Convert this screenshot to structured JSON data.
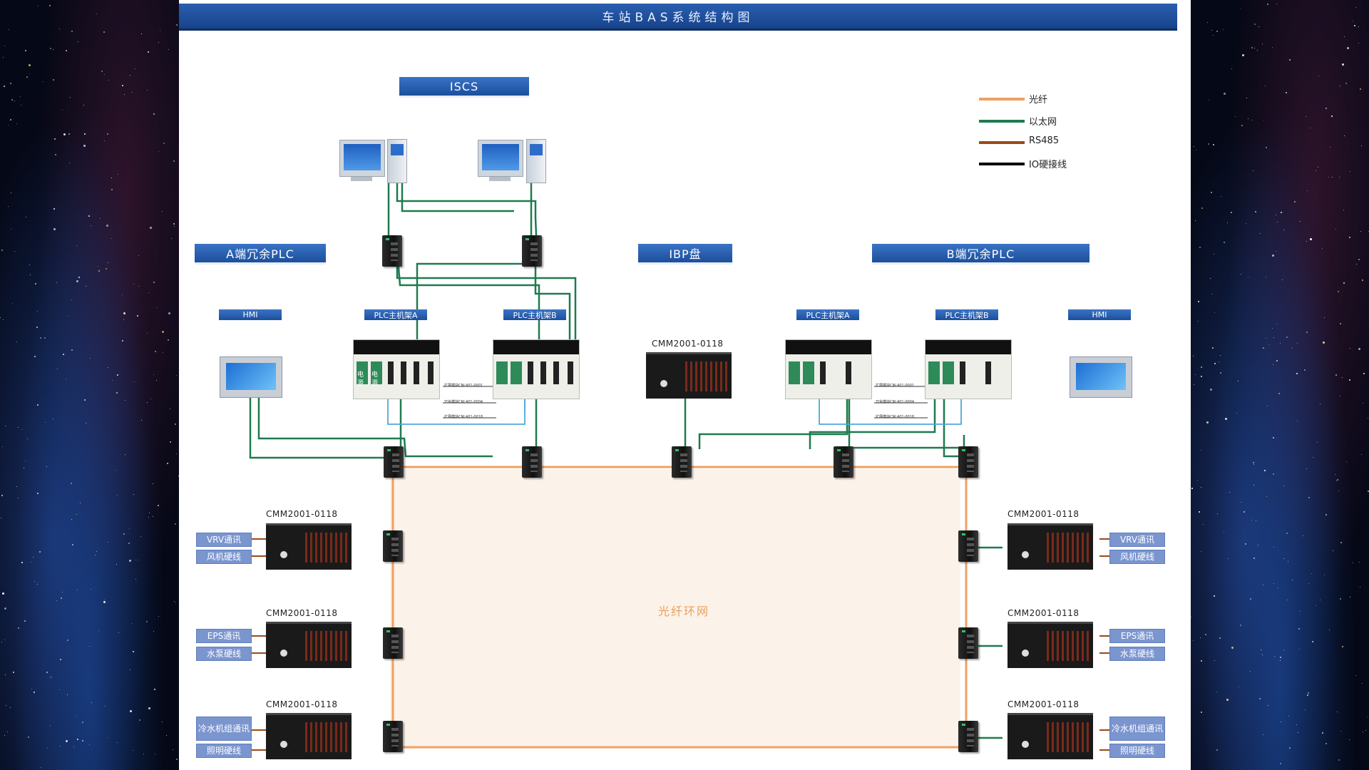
{
  "title": "车站BAS系统结构图",
  "labels": {
    "iscs": "ISCS",
    "a_plc": "A端冗余PLC",
    "ibp": "IBP盘",
    "b_plc": "B端冗余PLC",
    "hmi_left": "HMI",
    "hmi_right": "HMI",
    "plc_a_left": "PLC主机架A",
    "plc_b_left": "PLC主机架B",
    "plc_a_right": "PLC主机架A",
    "plc_b_right": "PLC主机架B",
    "ring": "光纤环网"
  },
  "models": {
    "ibp": "CMM2001-0118",
    "left_1": "CMM2001-0118",
    "left_2": "CMM2001-0118",
    "left_3": "CMM2001-0118",
    "right_1": "CMM2001-0118",
    "right_2": "CMM2001-0118",
    "right_3": "CMM2001-0118"
  },
  "io_tags": {
    "left": [
      "VRV通讯",
      "风机硬线",
      "EPS通讯",
      "水泵硬线",
      "冷水机组通讯",
      "照明硬线"
    ],
    "right": [
      "VRV通讯",
      "风机硬线",
      "EPS通讯",
      "水泵硬线",
      "冷水机组通讯",
      "照明硬线"
    ]
  },
  "legend": [
    {
      "label": "光纤",
      "color": "#f0a060"
    },
    {
      "label": "以太网",
      "color": "#1f7a4f"
    },
    {
      "label": "RS485",
      "color": "#9a4a16"
    },
    {
      "label": "IO硬接线",
      "color": "#000000"
    }
  ],
  "module_labels": {
    "letters": [
      "电",
      "源",
      "电",
      "源"
    ],
    "tiny": [
      "扩展模块CNL401-0001",
      "冗余模块CNL401-0004",
      "扩展模块CNL401-0018",
      "扩展模块CNL401-0001",
      "冗余模块CNL401-0004",
      "扩展模块CNL401-0018"
    ]
  }
}
